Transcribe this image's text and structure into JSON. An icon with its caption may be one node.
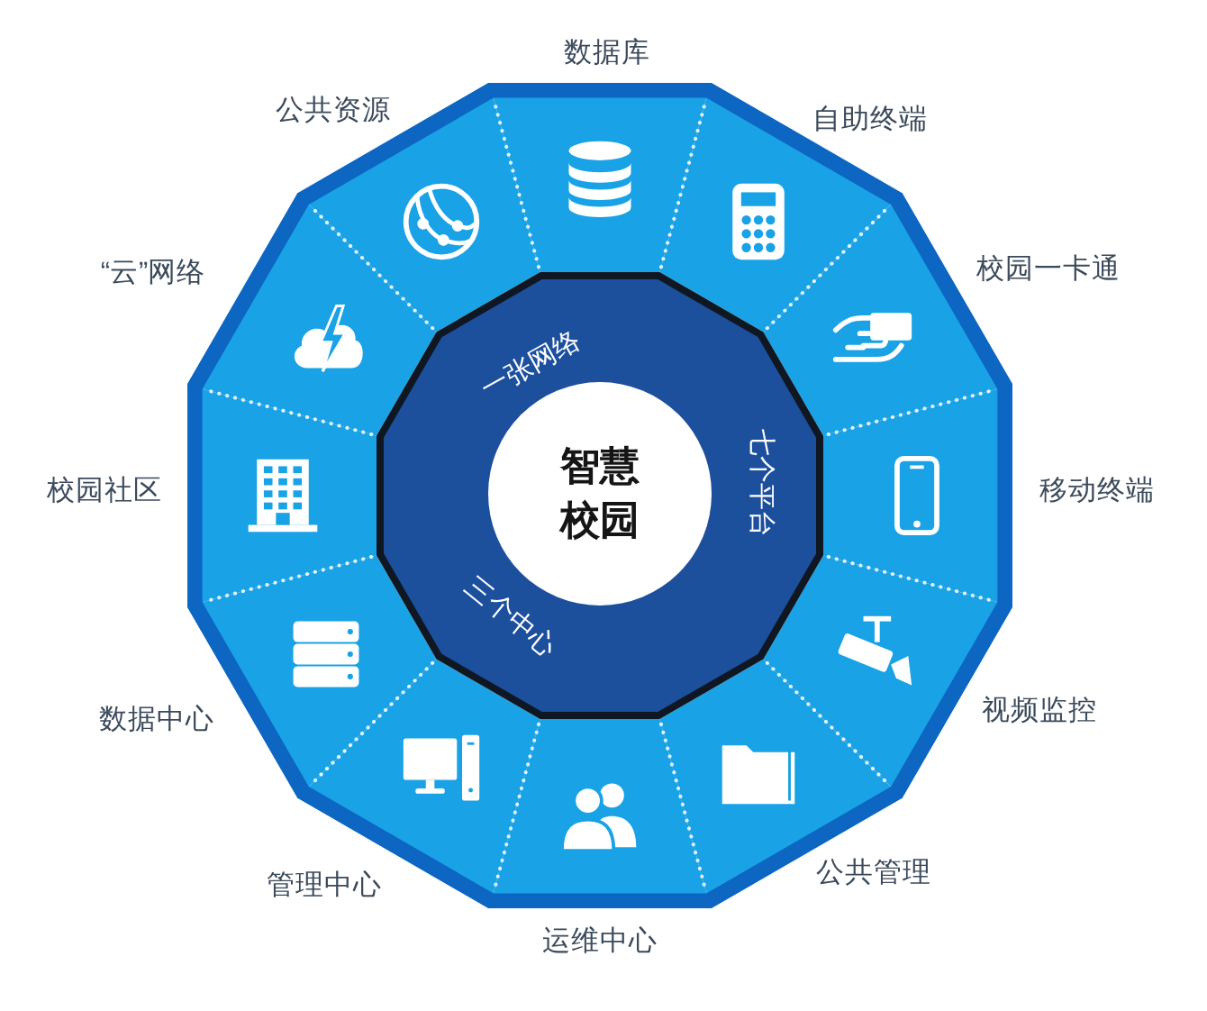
{
  "diagram": {
    "nodes": [
      {
        "text": [
          "一张网络",
          "七个平台",
          "三个中心"
        ]
      },
      {
        "text": [
          "智慧校园"
        ],
        "in": 0
      },
      {
        "text": [
          "数据库"
        ]
      },
      {
        "text": [
          "自助终端"
        ]
      },
      {
        "text": [
          "校园一卡通"
        ]
      },
      {
        "text": [
          "移动终端"
        ]
      },
      {
        "text": [
          "视频监控"
        ]
      },
      {
        "text": [
          "公共管理"
        ]
      },
      {
        "text": [
          "运维中心"
        ]
      },
      {
        "text": [
          "管理中心"
        ]
      },
      {
        "text": [
          "数据中心"
        ]
      },
      {
        "text": [
          "校园社区"
        ]
      },
      {
        "text": [
          "“云”网络"
        ]
      },
      {
        "text": [
          "公共资源"
        ]
      }
    ]
  }
}
